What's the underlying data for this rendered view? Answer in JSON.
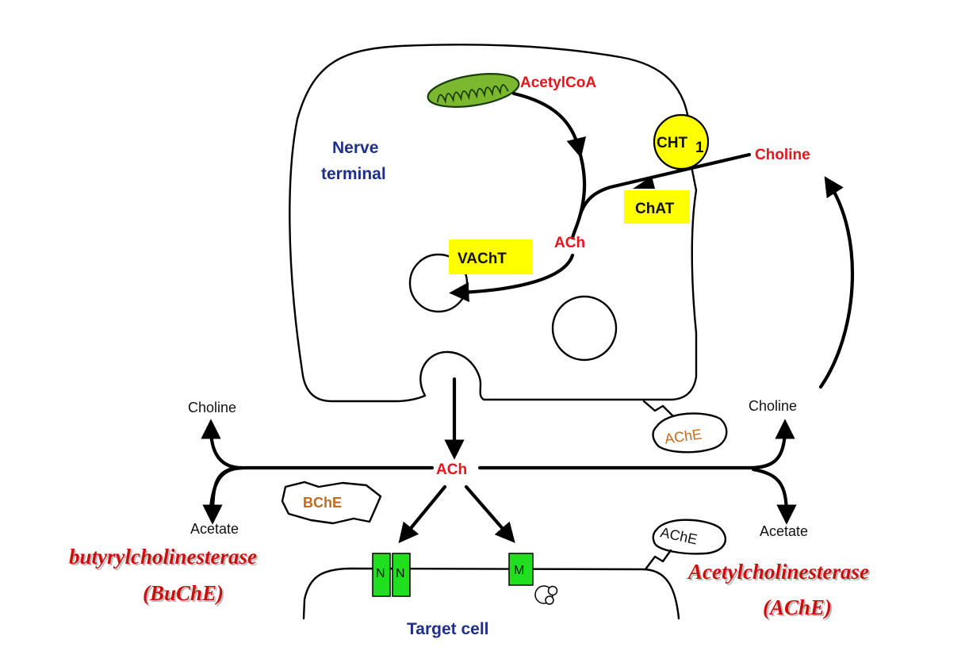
{
  "labels": {
    "acetylcoa": "AcetylCoA",
    "nerve_line1": "Nerve",
    "nerve_line2": "terminal",
    "cht": "CHT",
    "cht_sub": "1",
    "choline_top": "Choline",
    "chat": "ChAT",
    "ach_inner": "ACh",
    "vacht": "VAChT",
    "choline_left": "Choline",
    "choline_right": "Choline",
    "ache_terminal": "AChE",
    "ach_cleft": "ACh",
    "bche": "BChE",
    "acetate_left": "Acetate",
    "acetate_right": "Acetate",
    "ache_target": "AChE",
    "receptor_n1": "N",
    "receptor_n2": "N",
    "receptor_m": "M",
    "target_cell": "Target cell",
    "caption_left_line1": "butyrylcholinesterase",
    "caption_left_line2": "(BuChE)",
    "caption_right_line1": "Acetylcholinesterase",
    "caption_right_line2": "(AChE)"
  },
  "colors": {
    "product_text": "#e8141c",
    "cell_label": "#1f2f8c",
    "enzyme_text": "#c06a20",
    "highlight": "#ffff00",
    "receptor": "#1fe01f",
    "mitochondrion": "#7bb82e",
    "caption": "#cc1111"
  }
}
